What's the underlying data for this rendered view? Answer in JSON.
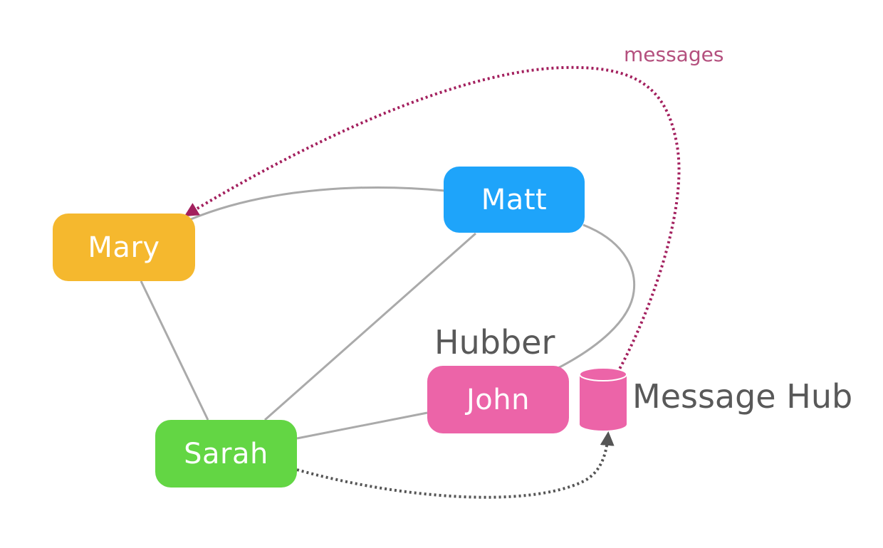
{
  "nodes": {
    "mary": {
      "label": "Mary",
      "color": "#F5B82E"
    },
    "matt": {
      "label": "Matt",
      "color": "#1EA4FA"
    },
    "sarah": {
      "label": "Sarah",
      "color": "#63D644"
    },
    "john": {
      "label": "John",
      "color": "#EC64A8"
    }
  },
  "labels": {
    "hubber": "Hubber",
    "message_hub": "Message Hub",
    "messages": "messages"
  },
  "colors": {
    "connection_line": "#AAAAAA",
    "message_flow": "#A3205E",
    "messages_text": "#B4507E",
    "hub_arrow": "#555555",
    "hub_cylinder": "#EC64A8",
    "label_text": "#595959"
  },
  "icons": {
    "message_hub": "database-cylinder-icon"
  }
}
